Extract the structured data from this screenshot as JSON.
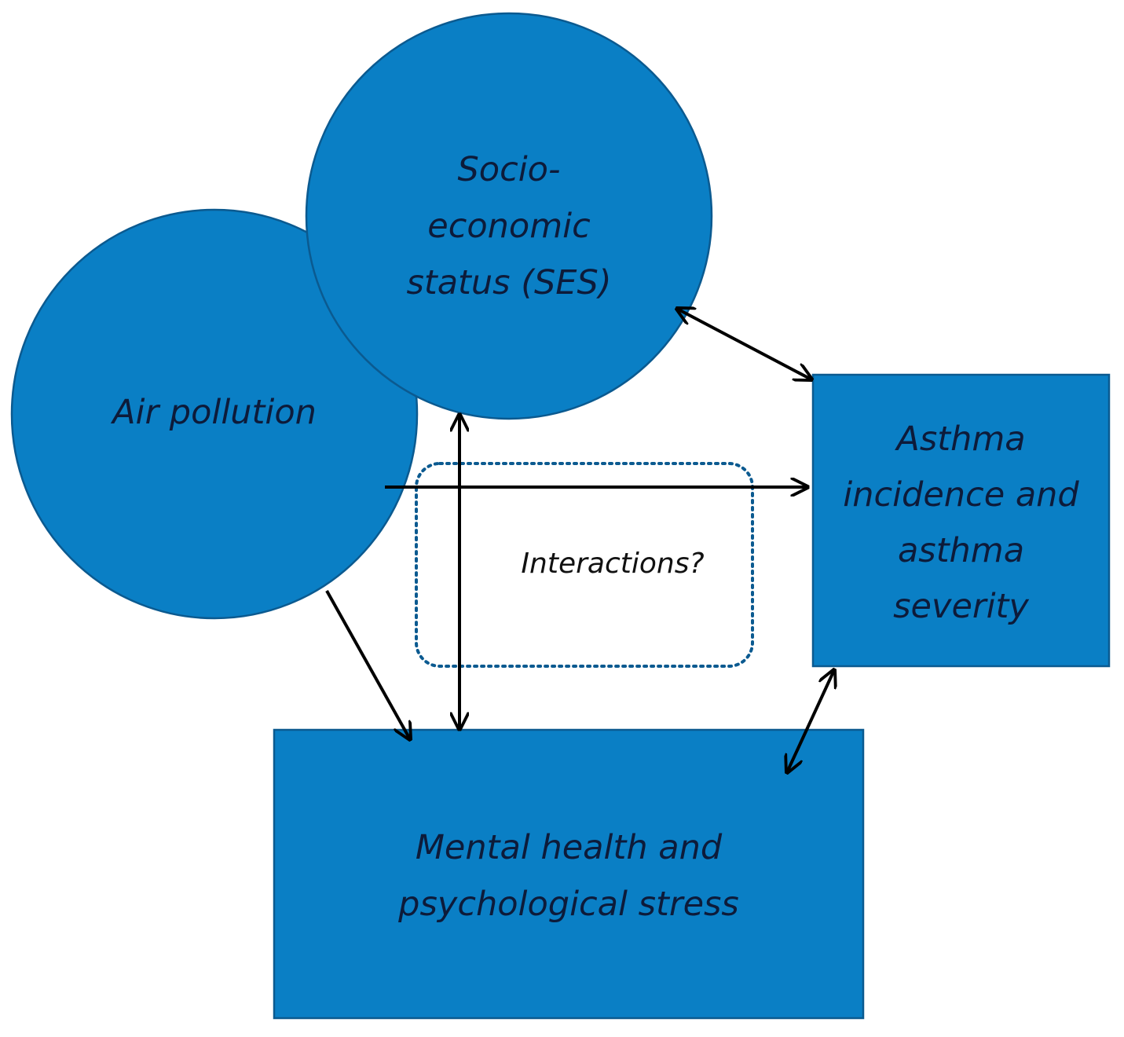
{
  "colors": {
    "node_fill": "#0a7fc5",
    "node_stroke": "#0b5a90",
    "text": "#0d1b3a",
    "arrow": "#000000",
    "dotted_box": "#0b5a90"
  },
  "nodes": {
    "air_pollution": {
      "lines": [
        "Air pollution"
      ]
    },
    "ses": {
      "lines": [
        "Socio-",
        "economic",
        "status (SES)"
      ]
    },
    "asthma": {
      "lines": [
        "Asthma",
        "incidence and",
        "asthma",
        "severity"
      ]
    },
    "mental_health": {
      "lines": [
        "Mental health and",
        "psychological stress"
      ]
    }
  },
  "interactions": {
    "label": "Interactions?"
  }
}
